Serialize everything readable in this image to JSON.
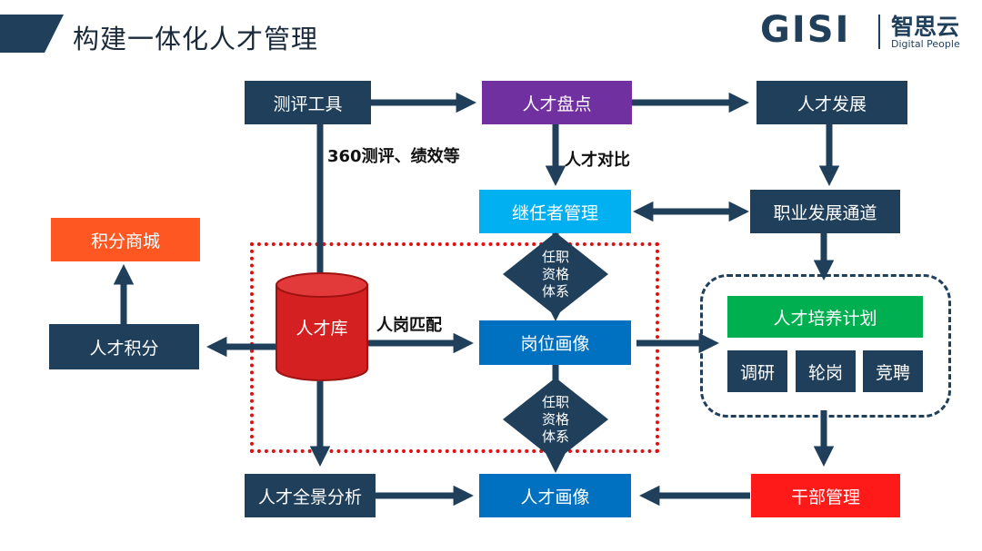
{
  "header": {
    "title": "构建一体化人才管理",
    "logo_main": "GISI",
    "logo_cn": "智思云",
    "logo_en": "Digital People"
  },
  "nodes": {
    "assessment_tools": "测评工具",
    "talent_review": "人才盘点",
    "talent_development": "人才发展",
    "successor_management": "继任者管理",
    "career_path": "职业发展通道",
    "points_mall": "积分商城",
    "talent_points": "人才积分",
    "talent_pool": "人才库",
    "job_profile": "岗位画像",
    "training_plan": "人才培养计划",
    "research": "调研",
    "rotation": "轮岗",
    "competition": "竞聘",
    "panoramic_analysis": "人才全景分析",
    "talent_profile": "人才画像",
    "cadre_management": "干部管理",
    "qualification_top": "任职\n资格\n体系",
    "qualification_bottom": "任职\n资格\n体系"
  },
  "labels": {
    "assessment_note": "360测评、绩效等",
    "talent_compare": "人才对比",
    "person_job_match": "人岗匹配"
  },
  "colors": {
    "navy": "#1f3f5b",
    "purple": "#7030a0",
    "sky": "#00b0f0",
    "blue": "#0070c0",
    "orange": "#ff5722",
    "green": "#00b050",
    "red": "#ff1a1a",
    "cylinder_red": "#d42020"
  }
}
